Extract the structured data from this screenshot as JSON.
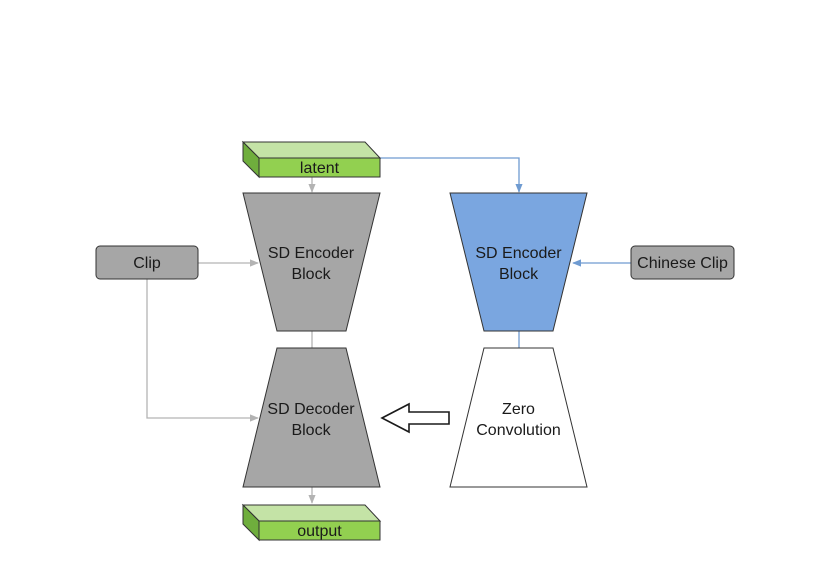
{
  "diagram": {
    "nodes": {
      "latent": {
        "label": "latent",
        "color": "#92d050"
      },
      "output": {
        "label": "output",
        "color": "#92d050"
      },
      "clip": {
        "label": "Clip",
        "color": "#a6a6a6"
      },
      "chinese_clip": {
        "label": "Chinese Clip",
        "color": "#a6a6a6"
      },
      "sd_encoder_main": {
        "line1": "SD Encoder",
        "line2": "Block",
        "color": "#a6a6a6"
      },
      "sd_decoder_main": {
        "line1": "SD Decoder",
        "line2": "Block",
        "color": "#a6a6a6"
      },
      "sd_encoder_copy": {
        "line1": "SD Encoder",
        "line2": "Block",
        "color": "#7aa6e0"
      },
      "zero_convolution": {
        "line1": "Zero",
        "line2": "Convolution",
        "color": "#ffffff"
      }
    },
    "colors": {
      "gray_arrow": "#b3b3b3",
      "blue_arrow": "#6f9bd1",
      "outline": "#333333"
    }
  }
}
